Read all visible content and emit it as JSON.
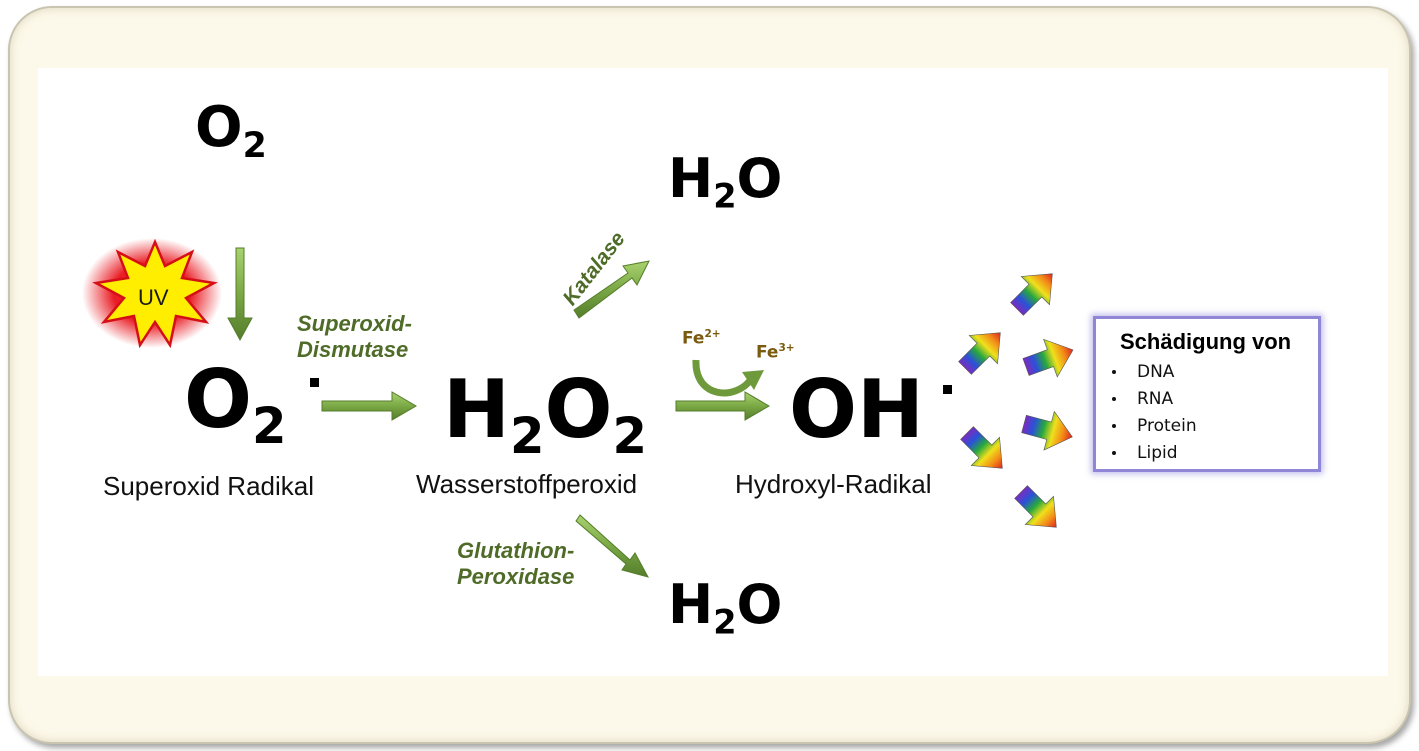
{
  "species": {
    "o2": {
      "symbol": "O",
      "sub": "2"
    },
    "superoxide": {
      "symbol": "O",
      "sub": "2",
      "name": "Superoxid Radikal"
    },
    "peroxide": {
      "sym1": "H",
      "sub1": "2",
      "sym2": "O",
      "sub2": "2",
      "name": "Wasserstoffperoxid"
    },
    "hydroxyl": {
      "symbol": "OH",
      "name": "Hydroxyl-Radikal"
    },
    "water_top": {
      "sym1": "H",
      "sub": "2",
      "sym2": "O"
    },
    "water_bottom": {
      "sym1": "H",
      "sub": "2",
      "sym2": "O"
    }
  },
  "uv_label": "UV",
  "enzymes": {
    "sod_line1": "Superoxid-",
    "sod_line2": "Dismutase",
    "catalase": "Katalase",
    "gpx_line1": "Glutathion-",
    "gpx_line2": "Peroxidase"
  },
  "iron": {
    "fe2": "Fe",
    "fe2_charge": "2+",
    "fe3": "Fe",
    "fe3_charge": "3+"
  },
  "damage": {
    "title": "Schädigung von",
    "items": [
      "DNA",
      "RNA",
      "Protein",
      "Lipid"
    ]
  },
  "colors": {
    "reaction_arrow": "#7aa845",
    "enzyme_text": "#4f6b28",
    "box_border": "#8f86d8",
    "uv_star": "#ffee00",
    "uv_glow": "#e8121a"
  }
}
